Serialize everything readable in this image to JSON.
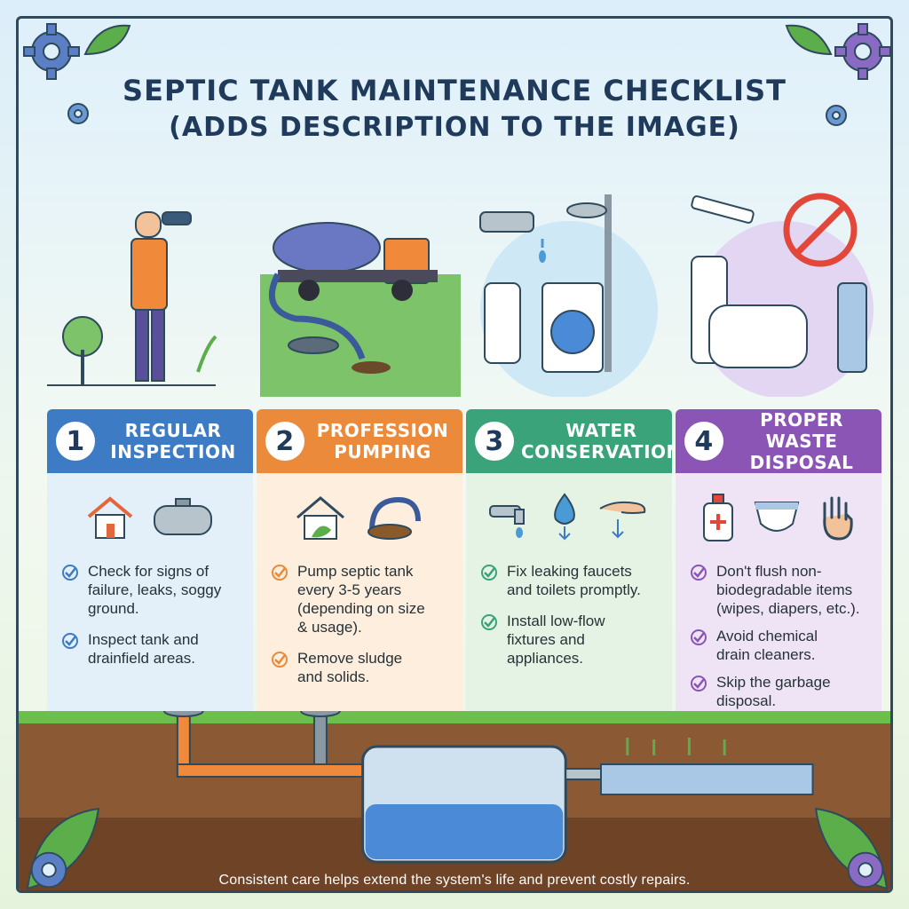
{
  "title": {
    "line1": "SEPTIC TANK MAINTENANCE CHECKLIST",
    "line2": "(ADDS DESCRIPTION TO THE IMAGE)"
  },
  "cards": [
    {
      "number": "1",
      "title_line1": "REGULAR",
      "title_line2": "INSPECTION",
      "color": "#3d7bc4",
      "items": [
        {
          "lines": [
            "Check for signs of",
            "failure, leaks, soggy",
            "ground."
          ]
        },
        {
          "lines": [
            "Inspect tank and",
            "drainfield areas."
          ]
        }
      ]
    },
    {
      "number": "2",
      "title_line1": "PROFESSION",
      "title_line2": "PUMPING",
      "color": "#ea8a3a",
      "items": [
        {
          "lines": [
            "Pump septic tank",
            "every 3-5 years",
            "(depending on size",
            "& usage)."
          ]
        },
        {
          "lines": [
            "Remove sludge",
            "and solids."
          ]
        }
      ]
    },
    {
      "number": "3",
      "title_line1": "WATER",
      "title_line2": "CONSERVATION",
      "color": "#3aa37a",
      "items": [
        {
          "lines": [
            "Fix leaking faucets",
            "and toilets promptly."
          ]
        },
        {
          "lines": [
            "Install low-flow",
            "fixtures and",
            "appliances."
          ]
        }
      ]
    },
    {
      "number": "4",
      "title_line1": "PROPER WASTE",
      "title_line2": "DISPOSAL",
      "color": "#8a55b5",
      "items": [
        {
          "lines": [
            "Don't flush non-",
            "biodegradable items",
            "(wipes, diapers, etc.)."
          ]
        },
        {
          "lines": [
            "Avoid chemical",
            "drain cleaners."
          ]
        },
        {
          "lines": [
            "Skip the garbage",
            "disposal."
          ]
        }
      ]
    }
  ],
  "footer": "Consistent care helps extend the system's life and prevent costly repairs.",
  "icons": {
    "card1": [
      "house-icon",
      "tank-icon"
    ],
    "card2": [
      "house-leaf-icon",
      "hose-icon"
    ],
    "card3": [
      "faucet-icon",
      "water-drop-icon",
      "hand-drop-icon"
    ],
    "card4": [
      "chemical-bottle-icon",
      "diaper-icon",
      "stop-hand-icon"
    ]
  }
}
